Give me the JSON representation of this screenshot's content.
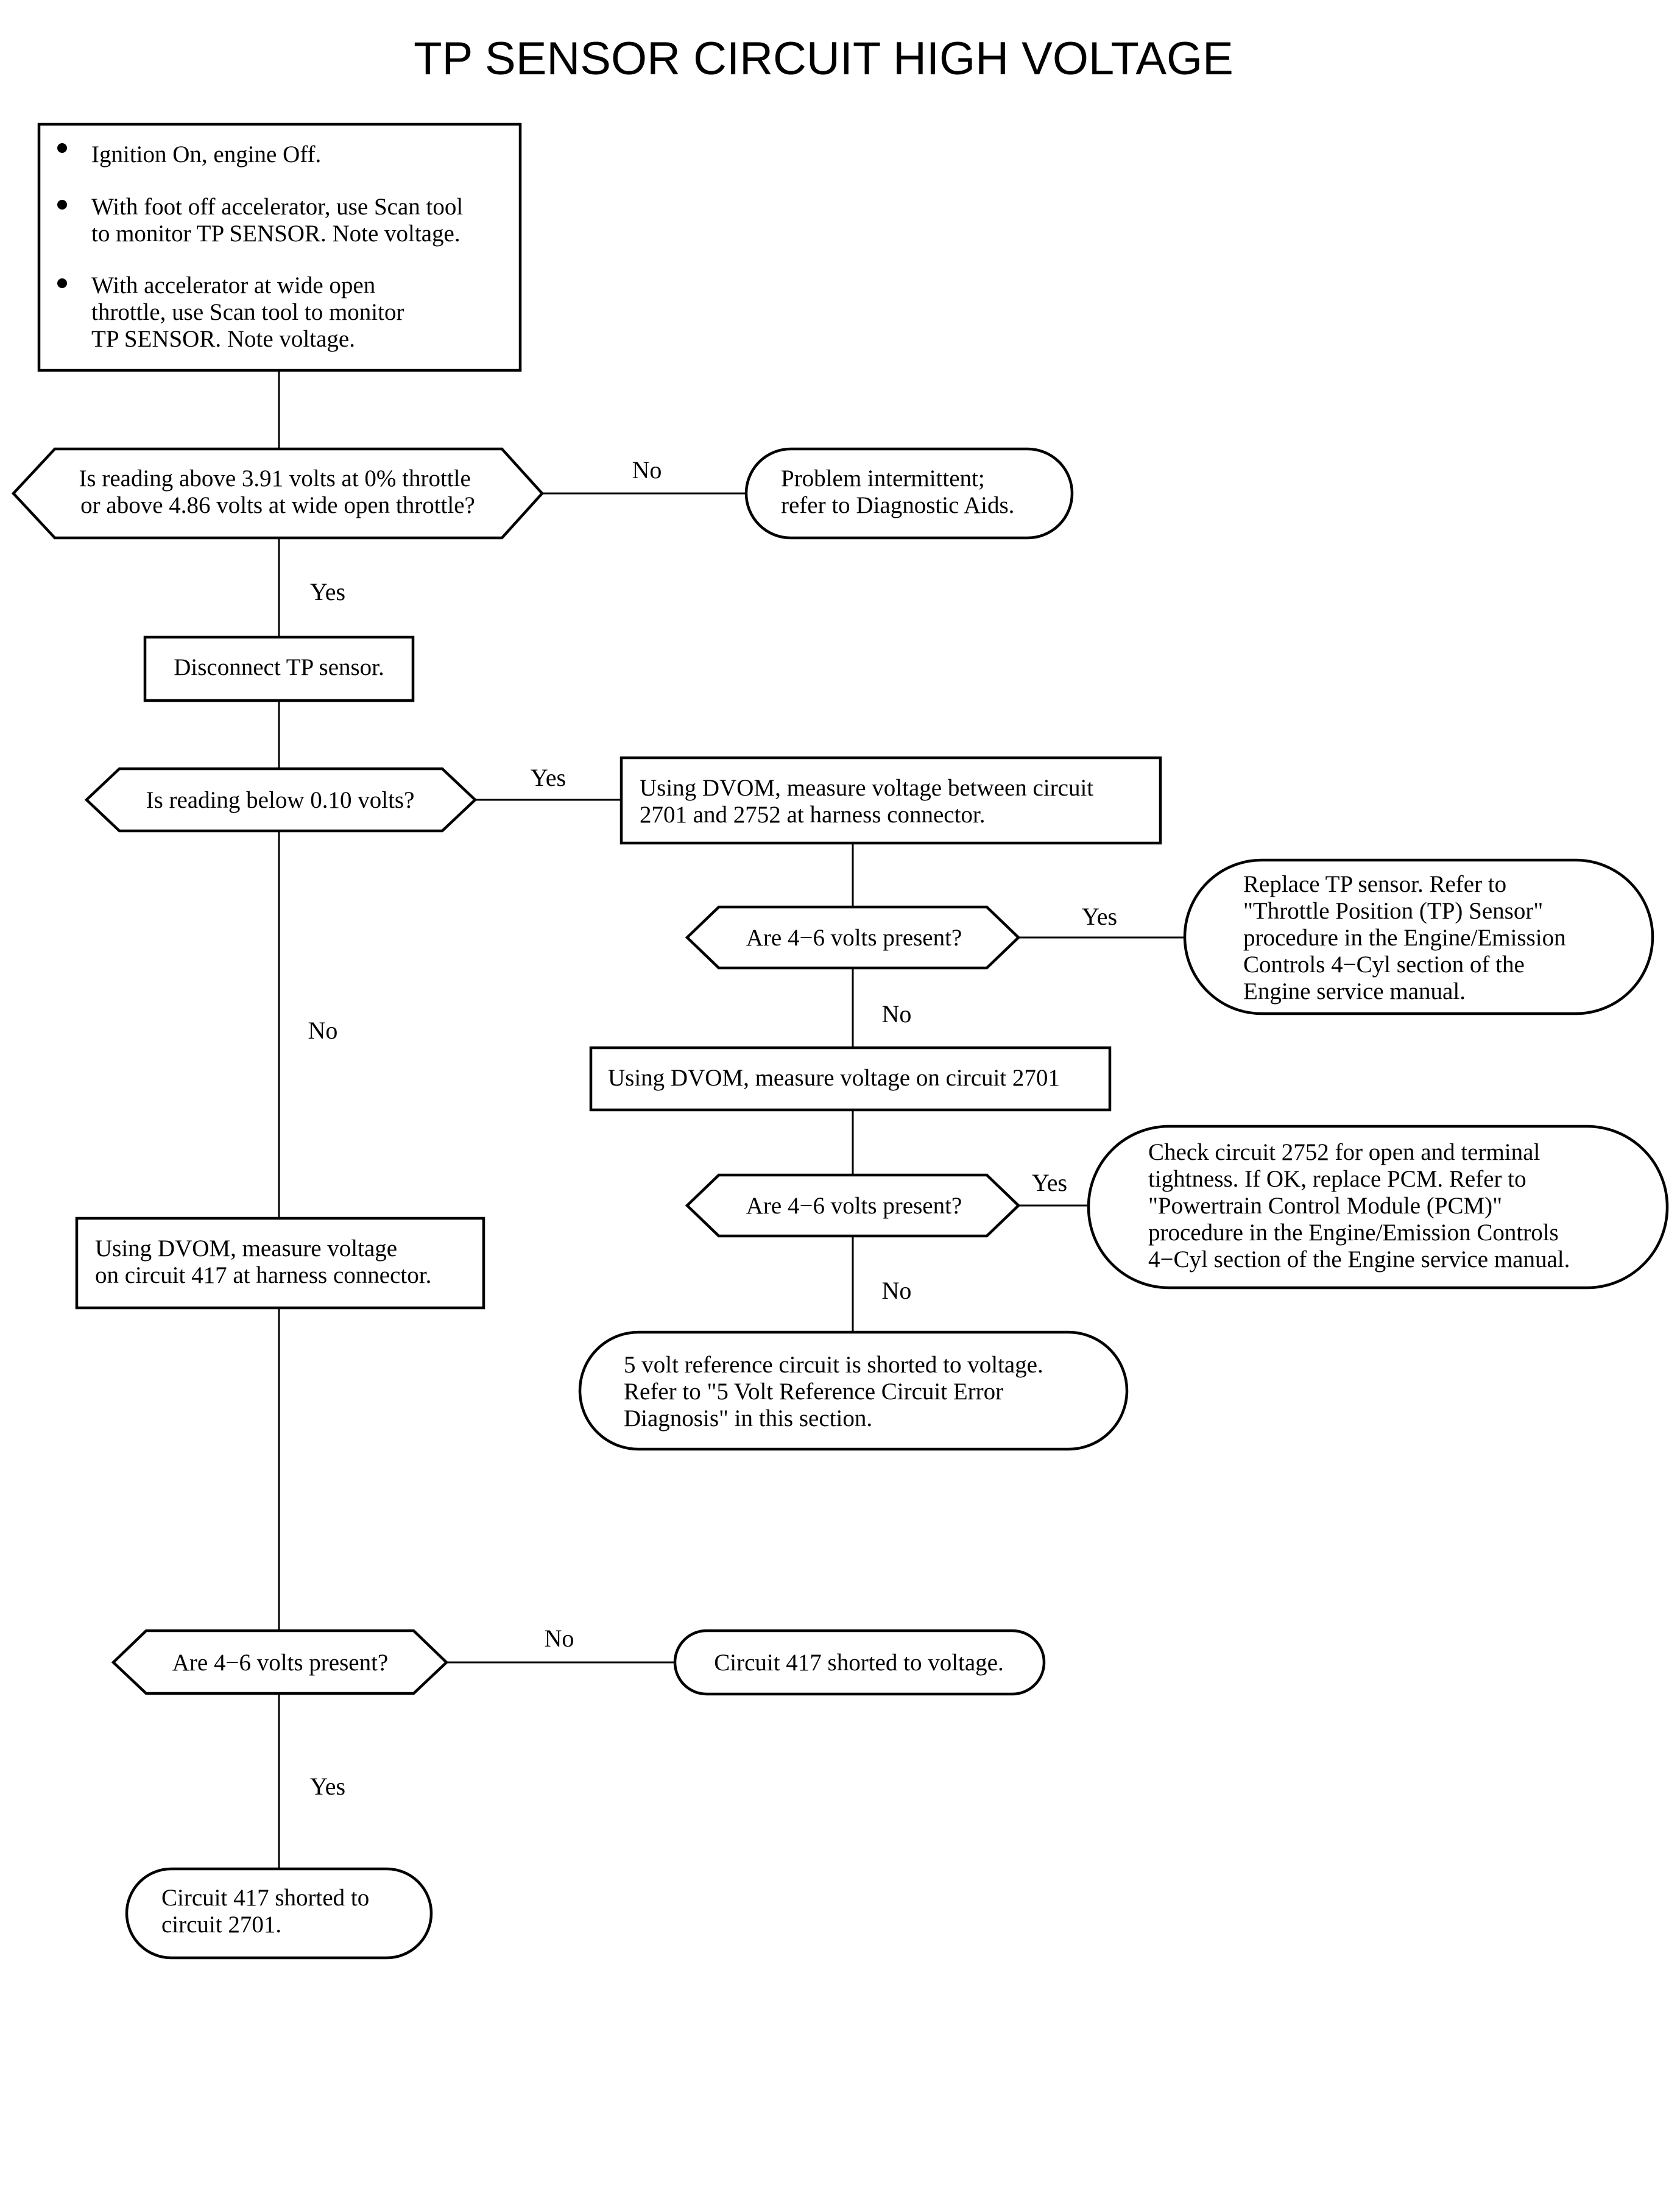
{
  "title": "TP SENSOR CIRCUIT HIGH VOLTAGE",
  "steps": {
    "start": {
      "bullets": [
        [
          "Ignition On, engine Off."
        ],
        [
          "With foot off accelerator, use Scan tool",
          "to monitor TP SENSOR. Note voltage."
        ],
        [
          "With accelerator at wide open",
          "throttle, use Scan tool to monitor",
          "TP SENSOR. Note voltage."
        ]
      ]
    },
    "q1": [
      "Is reading above 3.91 volts at 0% throttle",
      "or above 4.86 volts at wide open throttle?"
    ],
    "intermittent": [
      "Problem intermittent;",
      "refer to Diagnostic Aids."
    ],
    "disconnect": [
      "Disconnect TP sensor."
    ],
    "q2": [
      "Is reading below 0.10 volts?"
    ],
    "measure_2701_2752": [
      "Using DVOM, measure voltage between circuit",
      "2701 and 2752 at harness connector."
    ],
    "q3": [
      "Are 4−6 volts present?"
    ],
    "replace_tp": [
      "Replace TP sensor. Refer to",
      "\"Throttle Position (TP) Sensor\"",
      "procedure in the Engine/Emission",
      "Controls 4−Cyl section of the",
      "Engine service manual."
    ],
    "measure_2701": [
      "Using DVOM, measure voltage on circuit 2701"
    ],
    "q4": [
      "Are 4−6 volts present?"
    ],
    "check_2752": [
      "Check circuit 2752 for open and terminal",
      "tightness. If OK, replace PCM. Refer to",
      "\"Powertrain Control Module (PCM)\"",
      "procedure in the Engine/Emission Controls",
      "4−Cyl section of the Engine service manual."
    ],
    "ref_shorted": [
      "5 volt reference circuit is shorted to voltage.",
      "Refer to \"5 Volt Reference Circuit Error",
      "Diagnosis\" in this section."
    ],
    "measure_417": [
      "Using DVOM, measure voltage",
      "on circuit 417 at harness connector."
    ],
    "q5": [
      "Are 4−6 volts present?"
    ],
    "short_417_voltage": [
      "Circuit 417 shorted to voltage."
    ],
    "short_417_2701": [
      "Circuit 417 shorted to",
      "circuit 2701."
    ]
  },
  "branch_labels": {
    "q1_no": "No",
    "q1_yes": "Yes",
    "q2_yes": "Yes",
    "q2_no": "No",
    "q3_yes": "Yes",
    "q3_no": "No",
    "q4_yes": "Yes",
    "q4_no": "No",
    "q5_no": "No",
    "q5_yes": "Yes"
  }
}
